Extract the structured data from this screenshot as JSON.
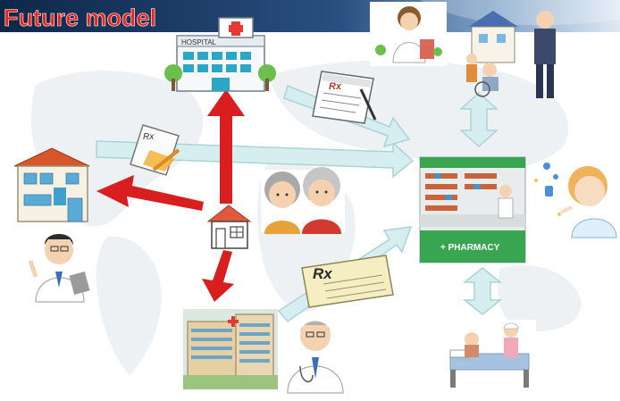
{
  "title": "Future model",
  "hospital": {
    "sign": "HOSPITAL"
  },
  "prescriptions": {
    "rx_symbol": "Rx"
  },
  "pharmacy": {
    "sign": "+ PHARMACY"
  },
  "colors": {
    "title_text": "#e8251f",
    "banner_dark": "#1d3d6e",
    "red_arrow": "#d81e1e",
    "flow_arrow_fill": "#d6eef0",
    "flow_arrow_stroke": "#a9d4d8",
    "pharmacy_green": "#3aa550"
  },
  "icons": [
    "hospital-building-icon",
    "clinic-building-icon",
    "large-hospital-icon",
    "home-house-icon",
    "elderly-couple-icon",
    "pharmacy-store-icon",
    "pharmacist-with-pills-icon",
    "doctor-pointing-icon",
    "doctor-senior-icon",
    "pharmacist-shopping-icon",
    "home-care-visit-icon",
    "bedside-care-nurse-icon",
    "prescription-paper-icon"
  ]
}
